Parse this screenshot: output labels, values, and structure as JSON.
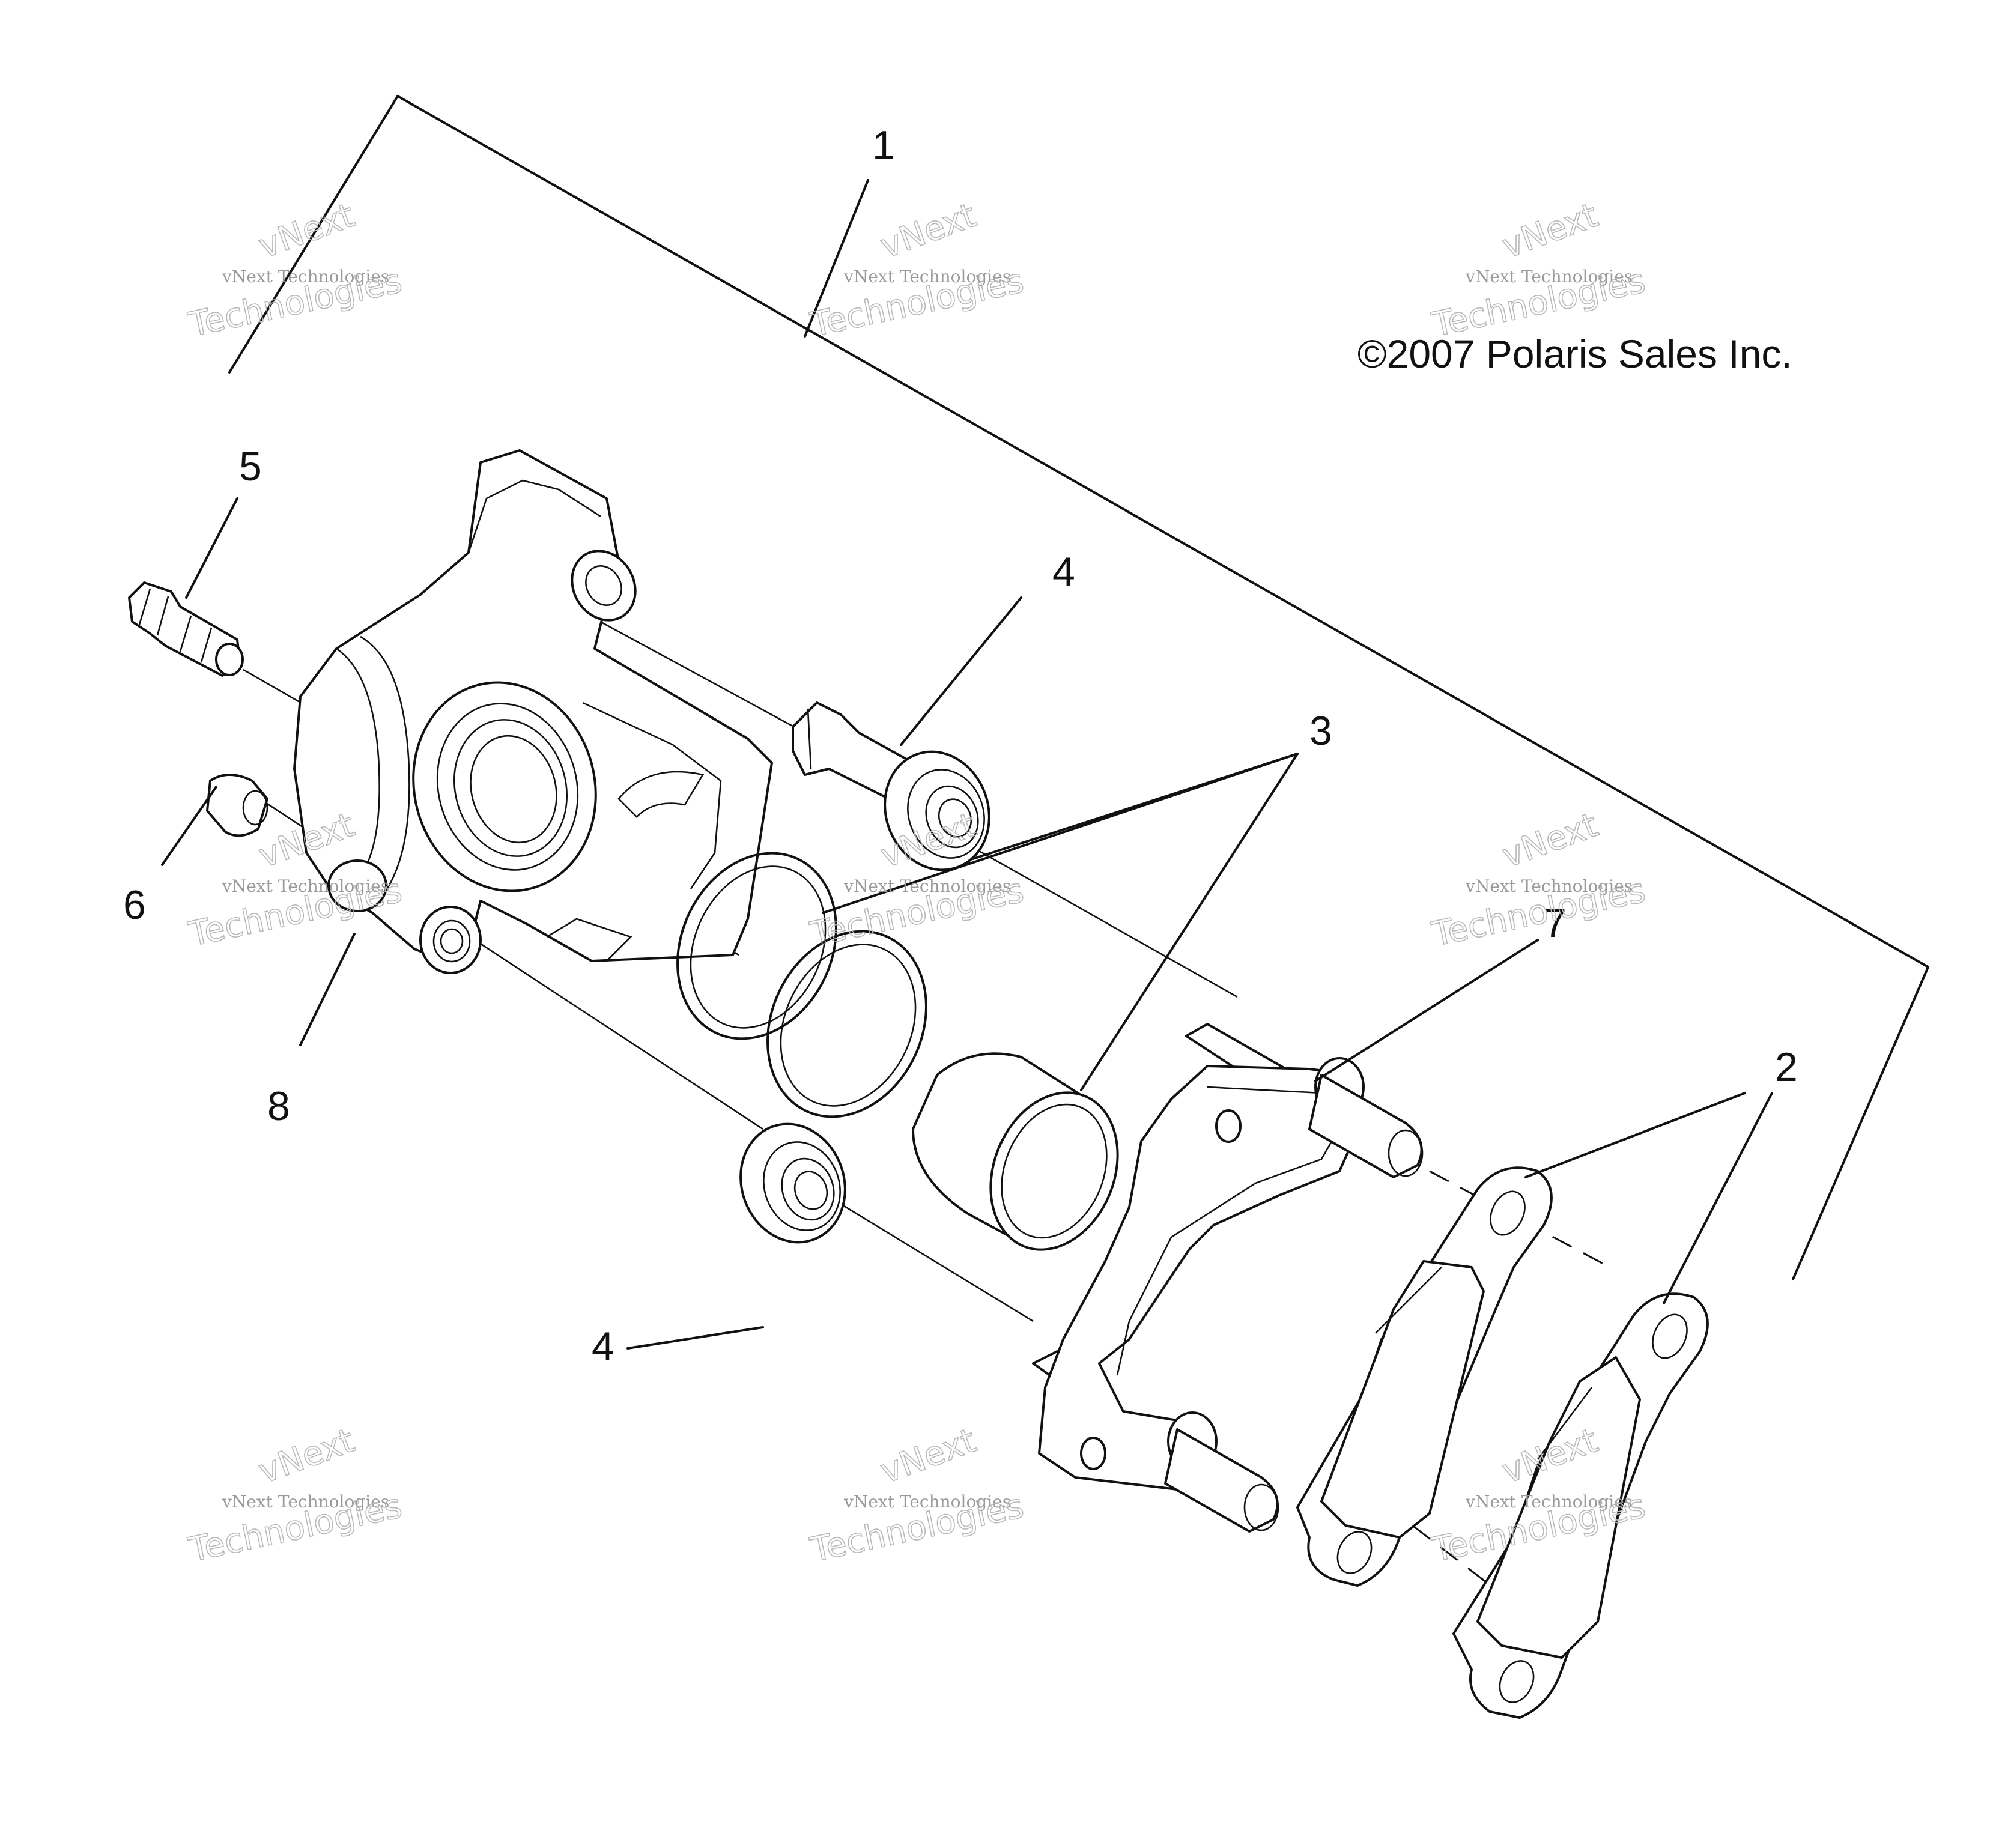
{
  "copyright": "©2007 Polaris Sales Inc.",
  "callouts": {
    "c1": "1",
    "c2": "2",
    "c3": "3",
    "c4a": "4",
    "c4b": "4",
    "c5": "5",
    "c6": "6",
    "c7": "7",
    "c8": "8"
  },
  "watermark": {
    "line_small": "vNext Technologies",
    "line_big_1": "vNext",
    "line_big_2": "Technologies"
  }
}
